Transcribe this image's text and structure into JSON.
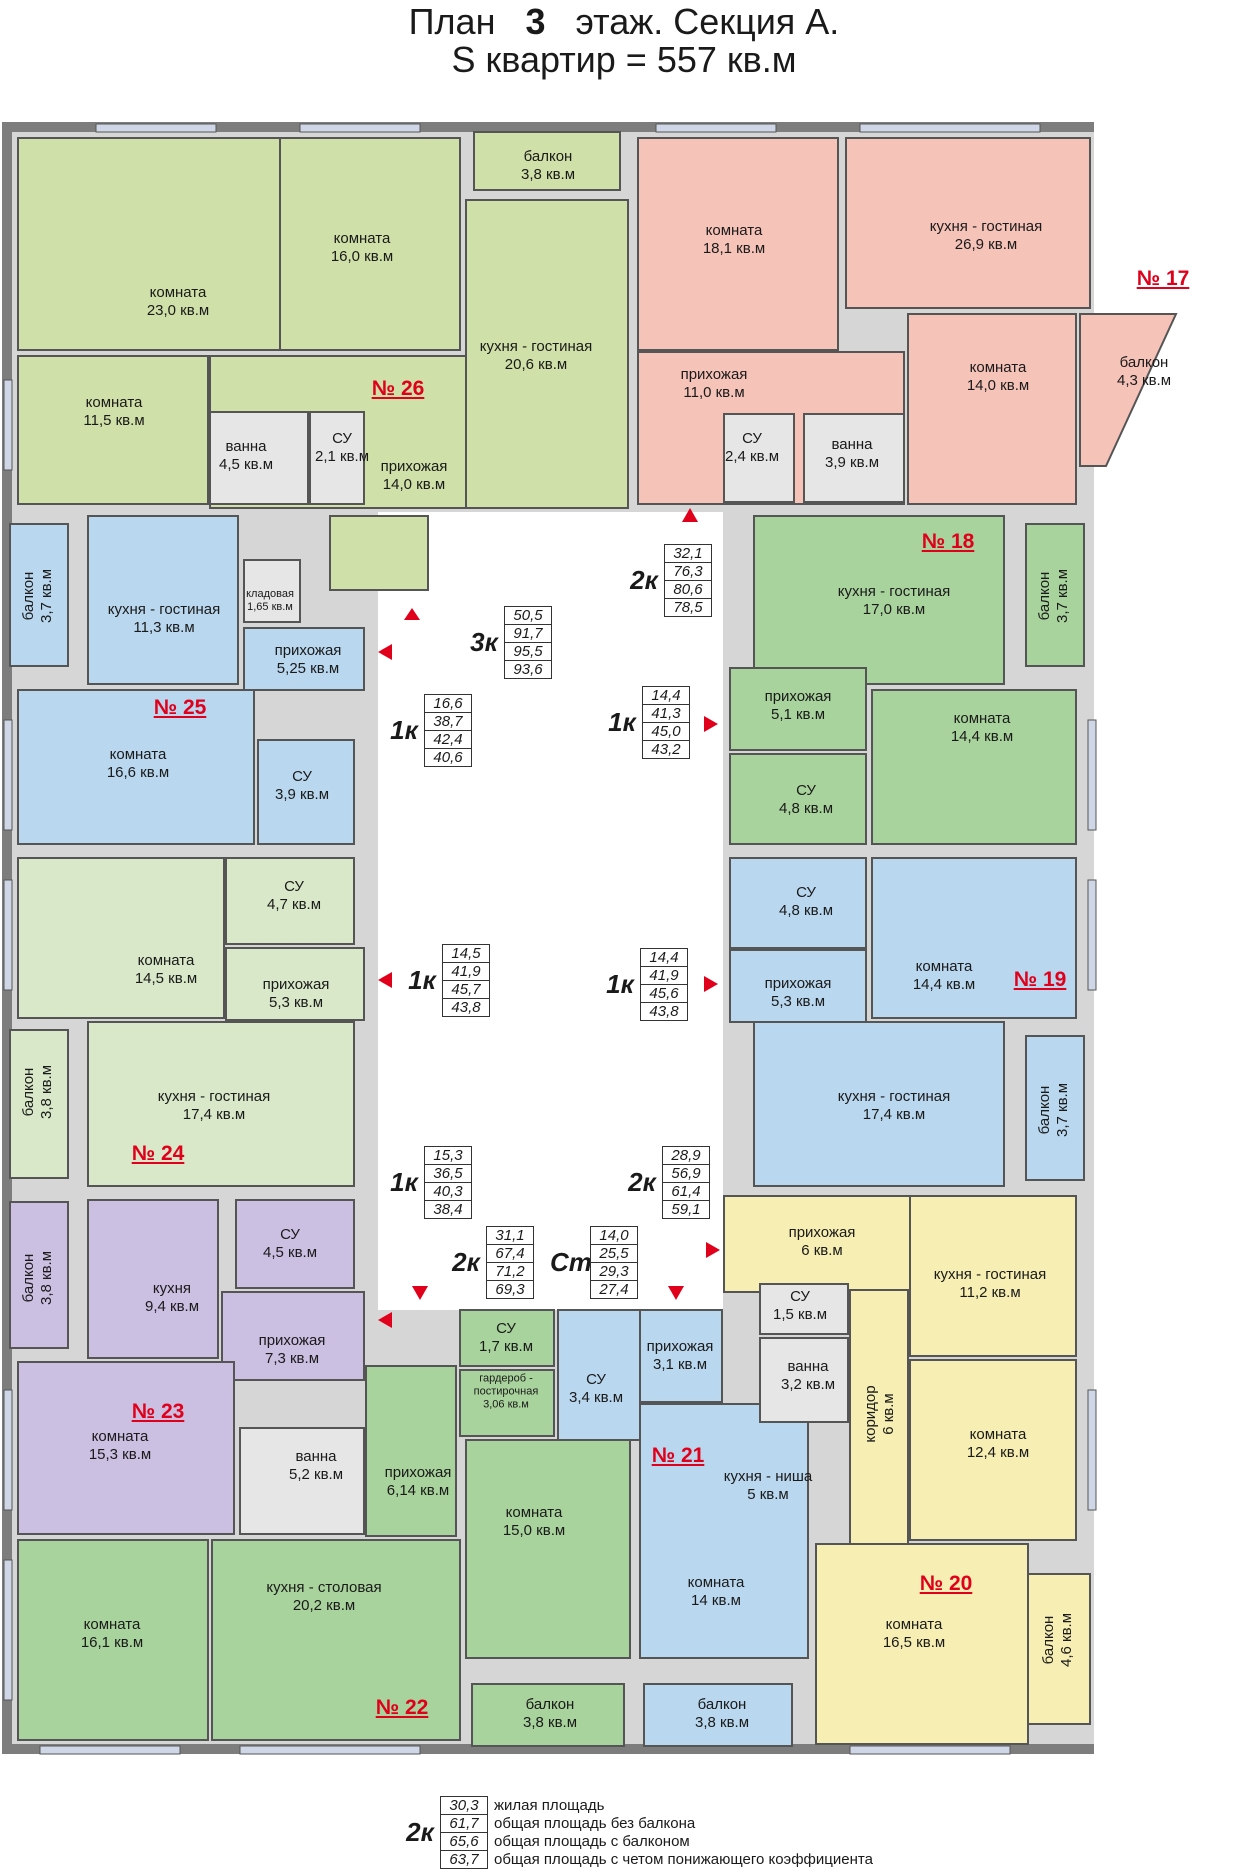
{
  "title": {
    "plan": "План",
    "floor": "3",
    "rest": "этаж. Секция А.",
    "area": "S квартир = 557 кв.м"
  },
  "colors": {
    "green": "#cfe0a8",
    "pink": "#f6c3b9",
    "blue": "#b9d7ee",
    "lightgreen": "#d8e8c8",
    "purple": "#cbbfe2",
    "yellow": "#f6eeb2",
    "sage": "#a9d39d",
    "number": "#e0001b"
  },
  "apartments": [
    {
      "no": "№ 17"
    },
    {
      "no": "№ 18"
    },
    {
      "no": "№ 19"
    },
    {
      "no": "№ 20"
    },
    {
      "no": "№ 21"
    },
    {
      "no": "№ 22"
    },
    {
      "no": "№ 23"
    },
    {
      "no": "№ 24"
    },
    {
      "no": "№ 25"
    },
    {
      "no": "№ 26"
    }
  ],
  "rooms": [
    {
      "name": "комната",
      "area": "23,0 кв.м"
    },
    {
      "name": "комната",
      "area": "16,0 кв.м"
    },
    {
      "name": "балкон",
      "area": "3,8 кв.м"
    },
    {
      "name": "кухня - гостиная",
      "area": "20,6 кв.м"
    },
    {
      "name": "комната",
      "area": "11,5 кв.м"
    },
    {
      "name": "ванна",
      "area": "4,5 кв.м"
    },
    {
      "name": "СУ",
      "area": "2,1 кв.м"
    },
    {
      "name": "прихожая",
      "area": "14,0 кв.м"
    },
    {
      "name": "комната",
      "area": "18,1 кв.м"
    },
    {
      "name": "кухня - гостиная",
      "area": "26,9 кв.м"
    },
    {
      "name": "прихожая",
      "area": "11,0 кв.м"
    },
    {
      "name": "СУ",
      "area": "2,4 кв.м"
    },
    {
      "name": "ванна",
      "area": "3,9 кв.м"
    },
    {
      "name": "комната",
      "area": "14,0 кв.м"
    },
    {
      "name": "балкон",
      "area": "4,3 кв.м"
    },
    {
      "name": "балкон",
      "area": "3,7 кв.м"
    },
    {
      "name": "кухня - гостиная",
      "area": "11,3 кв.м"
    },
    {
      "name": "кладовая",
      "area": "1,65 кв.м"
    },
    {
      "name": "прихожая",
      "area": "5,25 кв.м"
    },
    {
      "name": "комната",
      "area": "16,6 кв.м"
    },
    {
      "name": "СУ",
      "area": "3,9 кв.м"
    },
    {
      "name": "кухня - гостиная",
      "area": "17,0 кв.м"
    },
    {
      "name": "балкон",
      "area": "3,7 кв.м"
    },
    {
      "name": "прихожая",
      "area": "5,1 кв.м"
    },
    {
      "name": "комната",
      "area": "14,4 кв.м"
    },
    {
      "name": "СУ",
      "area": "4,8 кв.м"
    },
    {
      "name": "комната",
      "area": "14,5 кв.м"
    },
    {
      "name": "СУ",
      "area": "4,7 кв.м"
    },
    {
      "name": "прихожая",
      "area": "5,3 кв.м"
    },
    {
      "name": "СУ",
      "area": "4,8 кв.м"
    },
    {
      "name": "комната",
      "area": "14,4 кв.м"
    },
    {
      "name": "прихожая",
      "area": "5,3 кв.м"
    },
    {
      "name": "балкон",
      "area": "3,8 кв.м"
    },
    {
      "name": "кухня - гостиная",
      "area": "17,4 кв.м"
    },
    {
      "name": "кухня - гостиная",
      "area": "17,4 кв.м"
    },
    {
      "name": "балкон",
      "area": "3,7 кв.м"
    },
    {
      "name": "балкон",
      "area": "3,8 кв.м"
    },
    {
      "name": "кухня",
      "area": "9,4 кв.м"
    },
    {
      "name": "СУ",
      "area": "4,5 кв.м"
    },
    {
      "name": "прихожая",
      "area": "7,3 кв.м"
    },
    {
      "name": "комната",
      "area": "15,3 кв.м"
    },
    {
      "name": "ванна",
      "area": "5,2 кв.м"
    },
    {
      "name": "прихожая",
      "area": "6,14 кв.м"
    },
    {
      "name": "СУ",
      "area": "1,7 кв.м"
    },
    {
      "name": "гардероб - постирочная",
      "area": "3,06 кв.м"
    },
    {
      "name": "СУ",
      "area": "3,4 кв.м"
    },
    {
      "name": "прихожая",
      "area": "3,1 кв.м"
    },
    {
      "name": "прихожая",
      "area": "6 кв.м"
    },
    {
      "name": "кухня - гостиная",
      "area": "11,2 кв.м"
    },
    {
      "name": "СУ",
      "area": "1,5 кв.м"
    },
    {
      "name": "ванна",
      "area": "3,2 кв.м"
    },
    {
      "name": "коридор",
      "area": "6 кв.м"
    },
    {
      "name": "комната",
      "area": "12,4 кв.м"
    },
    {
      "name": "кухня - ниша",
      "area": "5 кв.м"
    },
    {
      "name": "комната",
      "area": "14 кв.м"
    },
    {
      "name": "комната",
      "area": "15,0 кв.м"
    },
    {
      "name": "комната",
      "area": "16,1 кв.м"
    },
    {
      "name": "кухня - столовая",
      "area": "20,2 кв.м"
    },
    {
      "name": "балкон",
      "area": "3,8 кв.м"
    },
    {
      "name": "балкон",
      "area": "3,8 кв.м"
    },
    {
      "name": "комната",
      "area": "16,5 кв.м"
    },
    {
      "name": "балкон",
      "area": "4,6 кв.м"
    }
  ],
  "areas": [
    {
      "code": "3к",
      "v": [
        "50,5",
        "91,7",
        "95,5",
        "93,6"
      ]
    },
    {
      "code": "2к",
      "v": [
        "32,1",
        "76,3",
        "80,6",
        "78,5"
      ]
    },
    {
      "code": "1к",
      "v": [
        "16,6",
        "38,7",
        "42,4",
        "40,6"
      ]
    },
    {
      "code": "1к",
      "v": [
        "14,4",
        "41,3",
        "45,0",
        "43,2"
      ]
    },
    {
      "code": "1к",
      "v": [
        "14,5",
        "41,9",
        "45,7",
        "43,8"
      ]
    },
    {
      "code": "1к",
      "v": [
        "14,4",
        "41,9",
        "45,6",
        "43,8"
      ]
    },
    {
      "code": "1к",
      "v": [
        "15,3",
        "36,5",
        "40,3",
        "38,4"
      ]
    },
    {
      "code": "2к",
      "v": [
        "28,9",
        "56,9",
        "61,4",
        "59,1"
      ]
    },
    {
      "code": "2к",
      "v": [
        "31,1",
        "67,4",
        "71,2",
        "69,3"
      ]
    },
    {
      "code": "Ст",
      "v": [
        "14,0",
        "25,5",
        "29,3",
        "27,4"
      ]
    }
  ],
  "legend": {
    "code": "2к",
    "rows": [
      {
        "v": "30,3",
        "t": "жилая площадь"
      },
      {
        "v": "61,7",
        "t": "общая площадь без балкона"
      },
      {
        "v": "65,6",
        "t": "общая площадь с балконом"
      },
      {
        "v": "63,7",
        "t": "общая площадь с четом понижающего коэффициента"
      }
    ]
  }
}
